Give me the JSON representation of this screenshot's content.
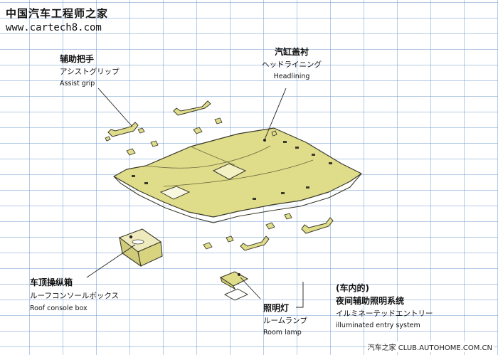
{
  "watermark": {
    "top_title": "中国汽车工程师之家",
    "top_url": "www.cartech8.com",
    "bottom": "汽车之家 CLUB.AUTOHOME.COM.CN"
  },
  "labels": {
    "assist_grip": {
      "zh": "辅助把手",
      "ja": "アシストグリップ",
      "en": "Assist grip"
    },
    "headlining": {
      "zh": "汽缸盖衬",
      "ja": "ヘッドライニング",
      "en": "Headlining"
    },
    "roof_console": {
      "zh": "车顶操纵箱",
      "ja": "ルーフコンソールボックス",
      "en": "Roof console box"
    },
    "room_lamp": {
      "zh": "照明灯",
      "ja": "ルームランプ",
      "en": "Room lamp"
    },
    "entry_system": {
      "note": "(车内的)",
      "zh": "夜间辅助照明系统",
      "ja": "イルミネーテッドエントリー",
      "en": "illuminated entry system"
    }
  },
  "colors": {
    "part_fill": "#dfdc8a",
    "part_stroke": "#3a3a2a",
    "grid": "#9fbde0",
    "leader": "#222222"
  }
}
